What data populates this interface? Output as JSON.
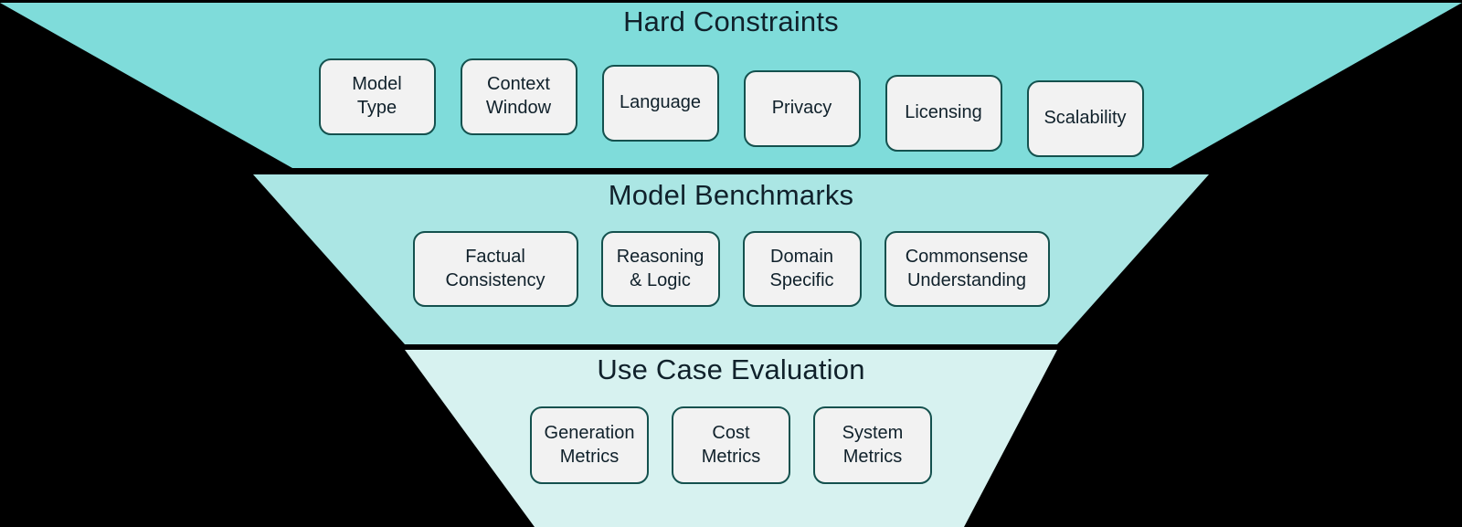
{
  "diagram": {
    "type": "inverted-funnel",
    "background_color": "#000000",
    "card_fill": "#F2F2F2",
    "card_border_color": "#14514E",
    "text_color": "#10212B",
    "tiers": [
      {
        "id": "hard-constraints",
        "title": "Hard Constraints",
        "fill_color": "#7FDCDA",
        "cards": [
          {
            "label": "Model\nType"
          },
          {
            "label": "Context\nWindow"
          },
          {
            "label": "Language"
          },
          {
            "label": "Privacy"
          },
          {
            "label": "Licensing"
          },
          {
            "label": "Scalability"
          }
        ]
      },
      {
        "id": "model-benchmarks",
        "title": "Model Benchmarks",
        "fill_color": "#ABE6E4",
        "cards": [
          {
            "label": "Factual\nConsistency"
          },
          {
            "label": "Reasoning\n& Logic"
          },
          {
            "label": "Domain\nSpecific"
          },
          {
            "label": "Commonsense\nUnderstanding"
          }
        ]
      },
      {
        "id": "use-case-evaluation",
        "title": "Use Case Evaluation",
        "fill_color": "#D7F2F0",
        "cards": [
          {
            "label": "Generation\nMetrics"
          },
          {
            "label": "Cost\nMetrics"
          },
          {
            "label": "System\nMetrics"
          }
        ]
      }
    ]
  }
}
